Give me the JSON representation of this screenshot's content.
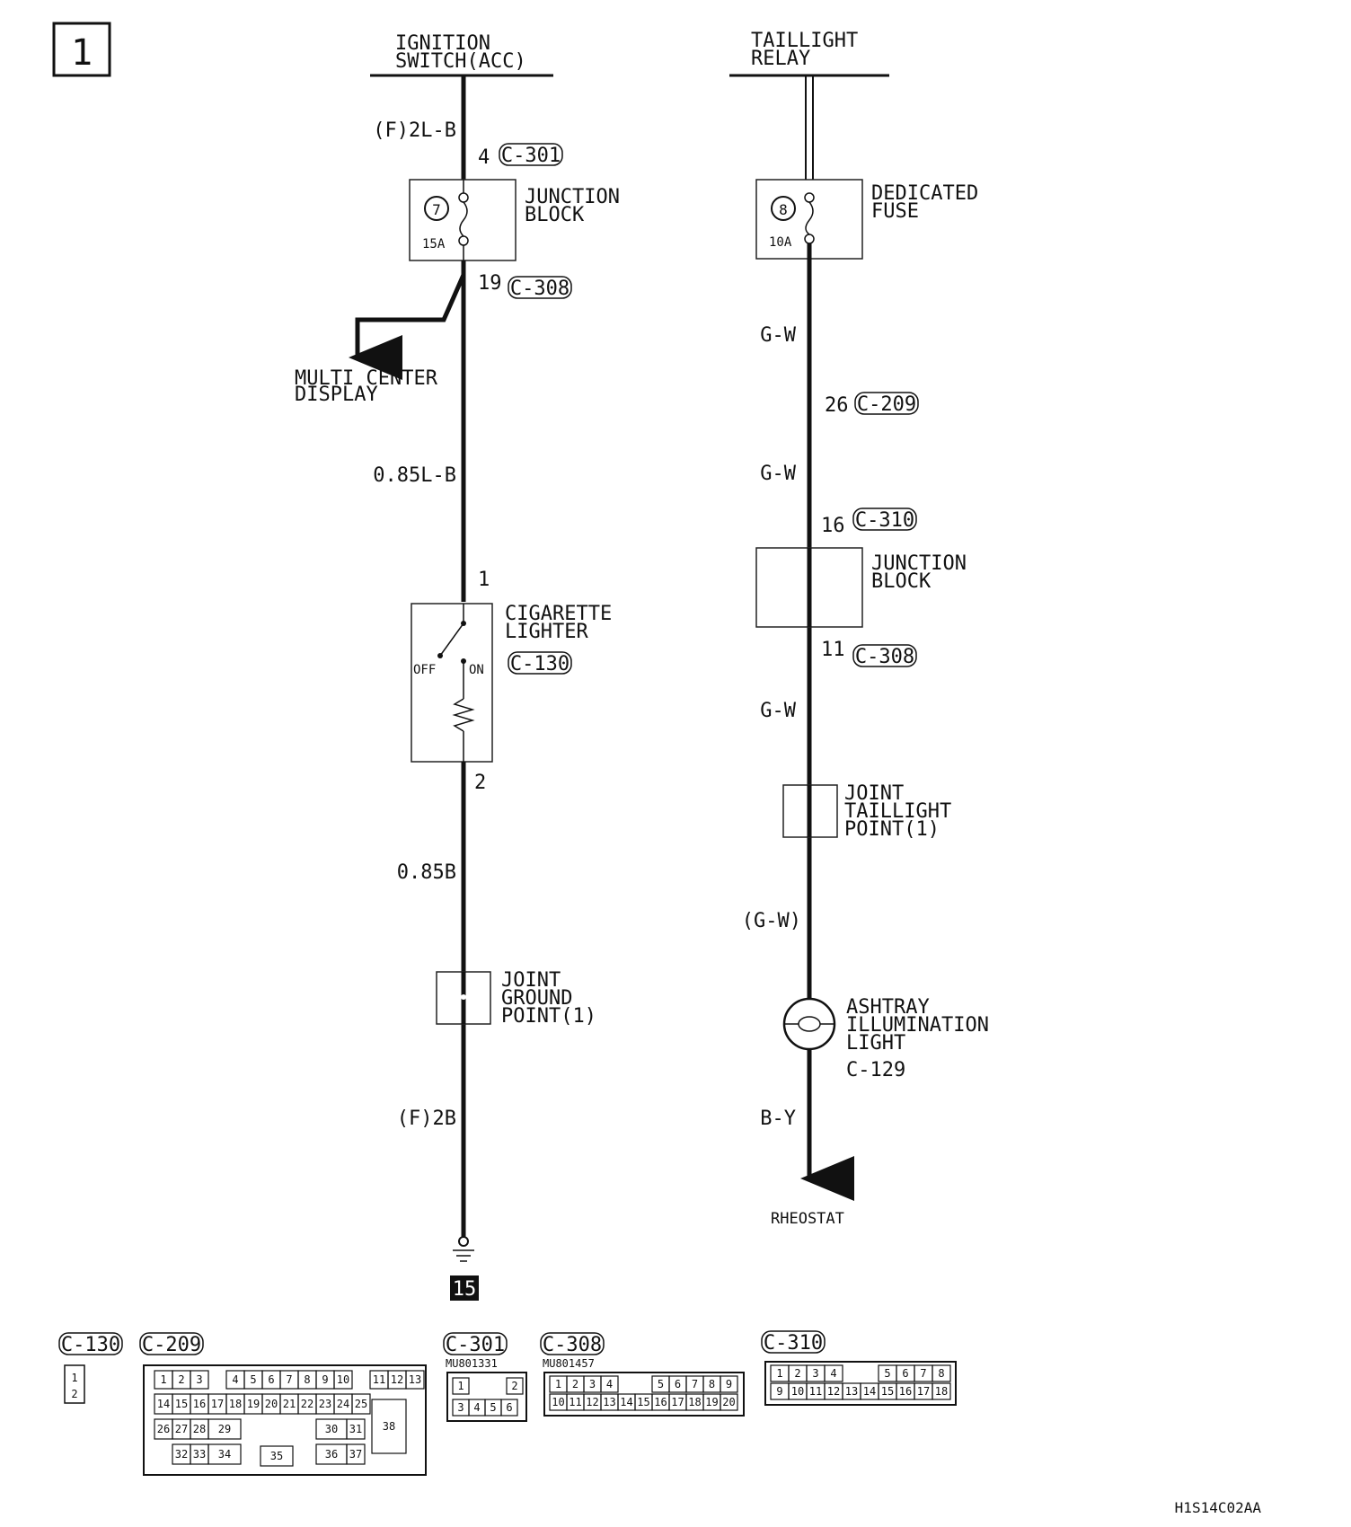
{
  "page_number": "1",
  "left": {
    "source_line1": "IGNITION",
    "source_line2": "SWITCH(ACC)",
    "wire1": "(F)2L-B",
    "pin_in": "4",
    "conn_in": "C-301",
    "fuse_num": "7",
    "fuse_rating": "15A",
    "block_line1": "JUNCTION",
    "block_line2": "BLOCK",
    "pin_out": "19",
    "conn_out": "C-308",
    "branch_line1": "MULTI CENTER",
    "branch_line2": "DISPLAY",
    "wire2": "0.85L-B",
    "lighter_pin1": "1",
    "lighter_line1": "CIGARETTE",
    "lighter_line2": "LIGHTER",
    "lighter_conn": "C-130",
    "off_label": "OFF",
    "on_label": "ON",
    "lighter_pin2": "2",
    "wire3": "0.85B",
    "jg_line1": "JOINT",
    "jg_line2": "GROUND",
    "jg_line3": "POINT(1)",
    "wire4": "(F)2B",
    "ground_num": "15"
  },
  "right": {
    "source_line1": "TAILLIGHT",
    "source_line2": "RELAY",
    "fuse_num": "8",
    "fuse_rating": "10A",
    "fuse_line1": "DEDICATED",
    "fuse_line2": "FUSE",
    "wire1": "G-W",
    "pin_a": "26",
    "conn_a": "C-209",
    "wire2": "G-W",
    "pin_b": "16",
    "conn_b": "C-310",
    "block_line1": "JUNCTION",
    "block_line2": "BLOCK",
    "pin_c": "11",
    "conn_c": "C-308",
    "wire3": "G-W",
    "jt_line1": "JOINT",
    "jt_line2": "TAILLIGHT",
    "jt_line3": "POINT(1)",
    "wire4": "(G-W)",
    "lamp_line1": "ASHTRAY",
    "lamp_line2": "ILLUMINATION",
    "lamp_line3": "LIGHT",
    "lamp_conn": "C-129",
    "wire5": "B-Y",
    "dest": "RHEOSTAT"
  },
  "connectors": {
    "c130": {
      "label": "C-130",
      "pins": [
        "1",
        "2"
      ]
    },
    "c209": {
      "label": "C-209",
      "row1": [
        "1",
        "2",
        "3",
        "4",
        "5",
        "6",
        "7",
        "8",
        "9",
        "10",
        "11",
        "12",
        "13"
      ],
      "row2": [
        "14",
        "15",
        "16",
        "17",
        "18",
        "19",
        "20",
        "21",
        "22",
        "23",
        "24",
        "25"
      ],
      "row3": [
        "26",
        "27",
        "28",
        "29",
        "30",
        "31"
      ],
      "row4": [
        "32",
        "33",
        "34",
        "35",
        "36",
        "37"
      ],
      "big": "38"
    },
    "c301": {
      "label": "C-301",
      "part": "MU801331",
      "row1": [
        "1",
        "2"
      ],
      "row2": [
        "3",
        "4",
        "5",
        "6"
      ]
    },
    "c308": {
      "label": "C-308",
      "part": "MU801457",
      "row1": [
        "1",
        "2",
        "3",
        "4",
        "5",
        "6",
        "7",
        "8",
        "9"
      ],
      "row2": [
        "10",
        "11",
        "12",
        "13",
        "14",
        "15",
        "16",
        "17",
        "18",
        "19",
        "20"
      ]
    },
    "c310": {
      "label": "C-310",
      "row1": [
        "1",
        "2",
        "3",
        "4",
        "5",
        "6",
        "7",
        "8"
      ],
      "row2": [
        "9",
        "10",
        "11",
        "12",
        "13",
        "14",
        "15",
        "16",
        "17",
        "18"
      ]
    }
  },
  "doc_code": "H1S14C02AA"
}
